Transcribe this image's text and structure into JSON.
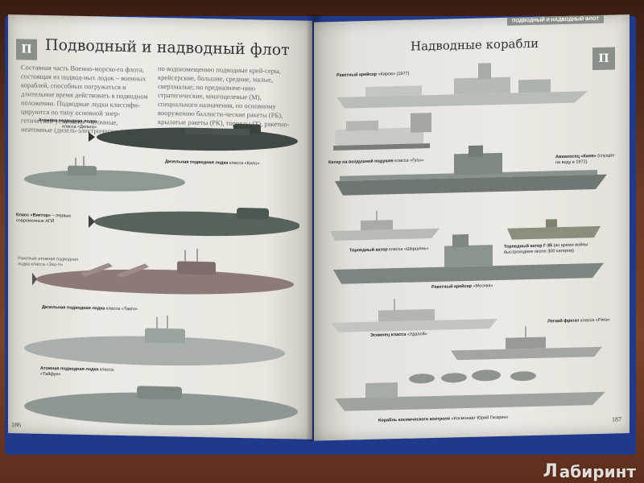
{
  "left_page": {
    "tab_label": "П",
    "title": "Подводный и надводный флот",
    "intro_col1": "Составная часть Военно-морско-го флота, состоящая из подвод-ных лодок – военных кораблей, способных погружаться и длительное время действовать в подводном положении. Подводные лодки классифи-цируются по типу основной энер-гетической установки – атомные, неатомные (дизель-электрические);",
    "intro_col2": "по водоизмещению подводные крей-серы, крейсерские, большие, средние, малые, сверхмалые; по предназначе-нию стратегические, многоцелевые (М), специального назначения, по основному вооружению баллисти-ческие ракеты (РБ), крылатые ракеты (РК), торпеды (Т), ракетно-торпед-ные (ТРК).",
    "labels": {
      "delta": {
        "bold": "Атомная подводная лодка",
        "rest": " класса «Дельта»"
      },
      "kilo": {
        "bold": "Дизельная подводная лодка",
        "rest": " класса «Кило»"
      },
      "viktor": {
        "bold": "Класс «Виктор»",
        "rest": " – первые современные АПЛ"
      },
      "echo": {
        "bold": "",
        "rest": "Ракетная атомная подводная лодка класса «Эхо-II»"
      },
      "tango": {
        "bold": "Дизельная подводная лодка",
        "rest": " класса «Танго»"
      },
      "typhoon": {
        "bold": "Атомная подводная лодка",
        "rest": " класса «Тайфун»"
      }
    },
    "page_number": "186"
  },
  "right_page": {
    "running_head": "ПОДВОДНЫЙ И НАДВОДНЫЙ ФЛОТ",
    "tab_label": "П",
    "title": "Надводные корабли",
    "labels": {
      "kirov": {
        "bold": "Ракетный крейсер",
        "rest": " «Киров» (1977)"
      },
      "gus": {
        "bold": "Катер на воздушной подушке",
        "rest": " класса «Гусь»"
      },
      "kiev": {
        "bold": "Авианосец «Киев»",
        "rest": " (спущен на воду в 1972)"
      },
      "shershen": {
        "bold": "Торпедный катер",
        "rest": " класса «Шершень»"
      },
      "g5": {
        "bold": "Торпедный катер Г-35",
        "rest": " (во время войны быстроходнее около 300 катеров)"
      },
      "moskva": {
        "bold": "Ракетный крейсер",
        "rest": " «Москва»"
      },
      "udaloy": {
        "bold": "Эсминец класса",
        "rest": " «Удалой»"
      },
      "riga": {
        "bold": "Легкий фрегат",
        "rest": " класса «Рига»"
      },
      "gagarin": {
        "bold": "Корабль космического контроля",
        "rest": " «Космонавт Юрий Гагарин»"
      }
    },
    "page_number": "187"
  },
  "watermark": {
    "text": "абиринт",
    "glyph": "Л"
  },
  "colors": {
    "page": "#e9e6df",
    "hull": "#5f6b62",
    "tab": "#8a8f88",
    "cover": "#1f3a8a"
  }
}
